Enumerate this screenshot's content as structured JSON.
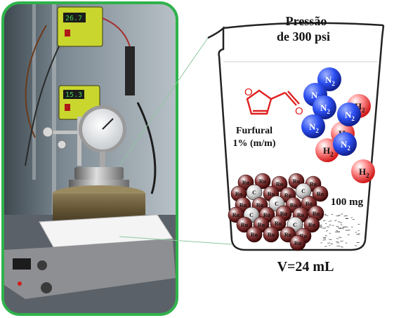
{
  "pressure_label": [
    "Pressão",
    "de 300 psi"
  ],
  "volume_label": "V=24 mL",
  "catalyst_mass": "100 mg",
  "substrate_label": [
    "Furfural",
    "1% (m/m)"
  ],
  "gas_labels": {
    "n2": "N",
    "h2": "H",
    "sub": "2"
  },
  "particle_labels": {
    "ruthenium": "Ru",
    "carbon": "C"
  },
  "photo_display": {
    "line1": "26.7",
    "line2": "15.3"
  },
  "colors": {
    "frame_border": "#2fb24b",
    "n2_sphere": "#1f3fe0",
    "h2_sphere": "#e02626",
    "furfural": "#e02020",
    "ru_sphere": "#5a0e0e",
    "c_sphere": "#bdbdbd"
  }
}
